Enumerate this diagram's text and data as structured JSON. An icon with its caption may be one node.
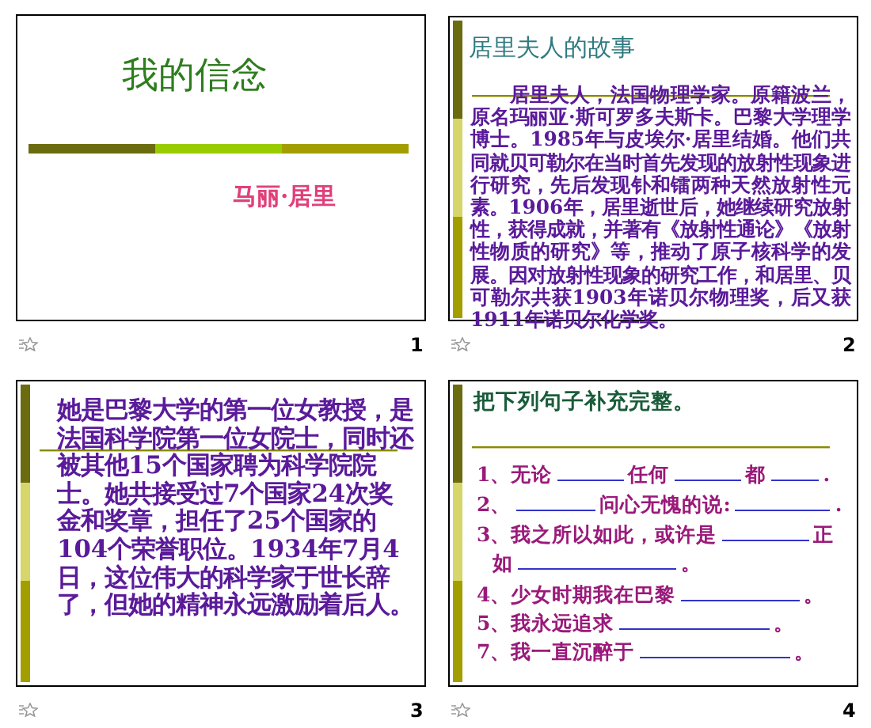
{
  "diagram": {
    "nodes": [
      {
        "text": [
          "我的信念",
          "马丽·居里"
        ],
        "beside": [
          "1"
        ]
      },
      {
        "text": [
          "居里夫人的故事",
          "居里夫人，法国物理学家。原籍波兰，原名玛丽亚·斯可罗多夫斯卡。巴黎大学理学博士。1985年与皮埃尔·居里结婚。他们共同就贝可勒尔在当时首先发现的放射性现象进行研究，先后发现钋和镭两种天然放射性元素。1906年，居里逝世后，她继续研究放射性，获得成就，并著有《放射性通论》《放射性物质的研究》等，推动了原子核科学的发展。因对放射性现象的研究工作，和居里、贝可勒尔共获1903年诺贝尔物理奖，后又获1911年诺贝尔化学奖。"
        ],
        "beside": [
          "2"
        ]
      },
      {
        "text": [
          "她是巴黎大学的第一位女教授，是法国科学院第一位女院士，同时还被其他15个国家聘为科学院院士。她共接受过7个国家24次奖金和奖章，担任了25个国家的104个荣誉职位。1934年7月4日，这位伟大的科学家于世长辞了，但她的精神永远激励着后人。"
        ],
        "beside": [
          "3"
        ]
      },
      {
        "text": [
          "把下列句子补充完整。",
          "1、无论",
          "任何",
          "都",
          ".",
          "2、",
          "问心无愧的说:",
          ".",
          "3、我之所以如此，或许是",
          "正",
          "如",
          "。",
          "4、少女时期我在巴黎",
          "。",
          "5、我永远追求",
          "。",
          "7、我一直沉醉于",
          "。"
        ],
        "beside": [
          "4"
        ]
      }
    ]
  }
}
